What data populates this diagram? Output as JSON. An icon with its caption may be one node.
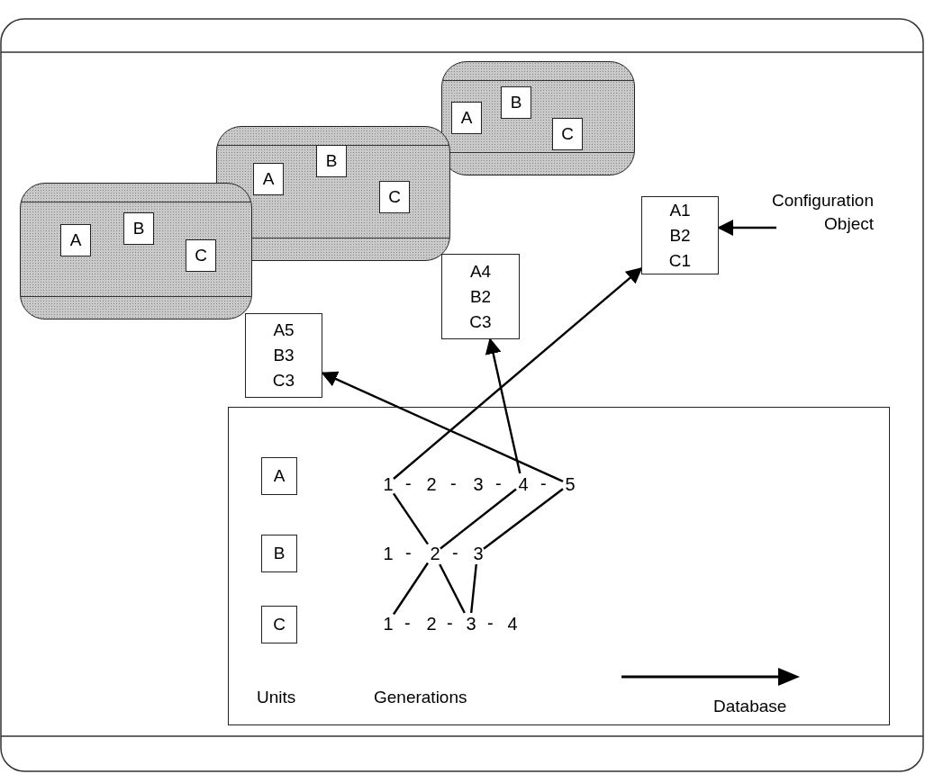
{
  "diagram": {
    "nodes": [
      {
        "text": [],
        "shape": "box"
      },
      {
        "text": [
          "A"
        ],
        "in": 0
      },
      {
        "text": [
          "B"
        ],
        "in": 0
      },
      {
        "text": [
          "C"
        ],
        "in": 0
      },
      {
        "text": [],
        "shape": "box"
      },
      {
        "text": [
          "A"
        ],
        "in": 4
      },
      {
        "text": [
          "B"
        ],
        "in": 4
      },
      {
        "text": [
          "C"
        ],
        "in": 4
      },
      {
        "text": [],
        "shape": "box"
      },
      {
        "text": [
          "A"
        ],
        "in": 8
      },
      {
        "text": [
          "B"
        ],
        "in": 8
      },
      {
        "text": [
          "C"
        ],
        "in": 8
      },
      {
        "text": [
          "A1",
          "B2",
          "C1"
        ]
      },
      {
        "text": [
          "Configuration Object"
        ]
      },
      {
        "text": [
          "A4",
          "B2",
          "C3"
        ]
      },
      {
        "text": [
          "A5",
          "B3",
          "C3"
        ]
      },
      {
        "text": [],
        "shape": "box"
      },
      {
        "text": [
          "A"
        ],
        "in": 16
      },
      {
        "text": [
          "B"
        ],
        "in": 16
      },
      {
        "text": [
          "C"
        ],
        "in": 16
      },
      {
        "text": [
          "1"
        ],
        "in": 16
      },
      {
        "text": [
          "2"
        ],
        "in": 16
      },
      {
        "text": [
          "3"
        ],
        "in": 16
      },
      {
        "text": [
          "4"
        ],
        "in": 16
      },
      {
        "text": [
          "5"
        ],
        "in": 16
      },
      {
        "text": [
          "1"
        ],
        "in": 16
      },
      {
        "text": [
          "2"
        ],
        "in": 16
      },
      {
        "text": [
          "3"
        ],
        "in": 16
      },
      {
        "text": [
          "1"
        ],
        "in": 16
      },
      {
        "text": [
          "2"
        ],
        "in": 16
      },
      {
        "text": [
          "3"
        ],
        "in": 16
      },
      {
        "text": [
          "4"
        ],
        "in": 16
      }
    ],
    "edges": [
      {
        "from": 13,
        "to": 12,
        "arrow": "to"
      },
      {
        "from": 28,
        "to": 26,
        "arrow": "none"
      },
      {
        "from": 26,
        "to": 20,
        "arrow": "none"
      },
      {
        "from": 20,
        "to": 12,
        "arrow": "to"
      },
      {
        "from": 30,
        "to": 26,
        "arrow": "none"
      },
      {
        "from": 26,
        "to": 23,
        "arrow": "none"
      },
      {
        "from": 23,
        "to": 14,
        "arrow": "to"
      },
      {
        "from": 30,
        "to": 27,
        "arrow": "none"
      },
      {
        "from": 27,
        "to": 24,
        "arrow": "none"
      },
      {
        "from": 24,
        "to": 15,
        "arrow": "to"
      }
    ],
    "labels": [
      "-",
      "-",
      "-",
      "-",
      "-",
      "-",
      "-",
      "-",
      "-",
      "Units",
      "Generations",
      "Database"
    ]
  }
}
